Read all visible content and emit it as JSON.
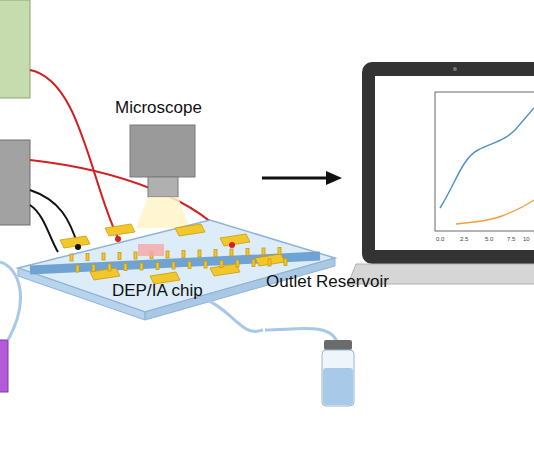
{
  "diagram": {
    "nodes": [
      {
        "text": [
          "Microscope"
        ]
      },
      {
        "text": [
          "DEP/IA chip"
        ]
      },
      {
        "text": [
          "Outlet Reservoir"
        ]
      }
    ],
    "edges": [
      {
        "from": 1,
        "to": 2,
        "arrow": "none"
      }
    ],
    "labels": [
      "0.0",
      "2.5",
      "5.0",
      "7.5",
      "10"
    ]
  }
}
